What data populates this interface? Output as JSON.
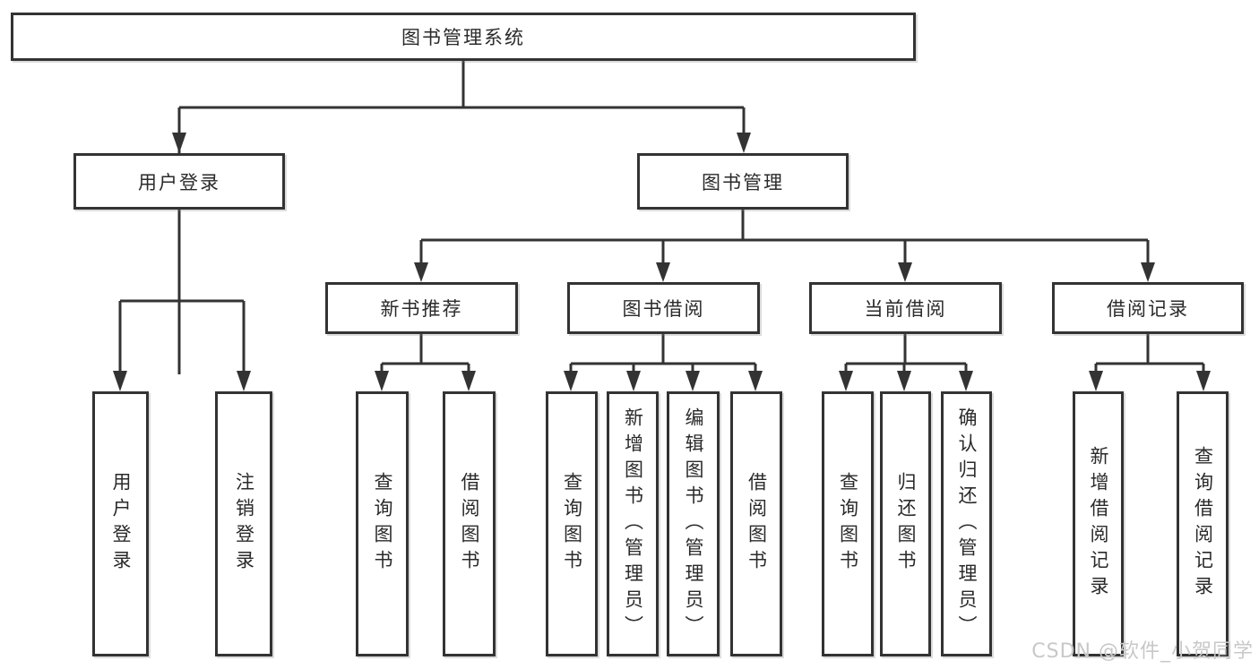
{
  "diagram": {
    "root": {
      "label": "图书管理系统"
    },
    "level2": [
      {
        "label": "用户登录"
      },
      {
        "label": "图书管理"
      }
    ],
    "level3": [
      {
        "label": "新书推荐"
      },
      {
        "label": "图书借阅"
      },
      {
        "label": "当前借阅"
      },
      {
        "label": "借阅记录"
      }
    ],
    "leaves": {
      "user_login": [
        "用户登录",
        "注销登录"
      ],
      "new_book": [
        "查询图书",
        "借阅图书"
      ],
      "book_borrow": [
        "查询图书",
        "新增图书（管理员）",
        "编辑图书（管理员）",
        "借阅图书"
      ],
      "current_borrow": [
        "查询图书",
        "归还图书",
        "确认归还（管理员）"
      ],
      "borrow_record": [
        "新增借阅记录",
        "查询借阅记录"
      ]
    }
  },
  "watermark": {
    "text": "CSDN @软件_小贺同学",
    "color": "#c8c8c8"
  },
  "colors": {
    "line": "#333333",
    "box_border": "#333333",
    "box_fill": "#ffffff",
    "text": "#2a2a2a",
    "background": "#ffffff"
  }
}
